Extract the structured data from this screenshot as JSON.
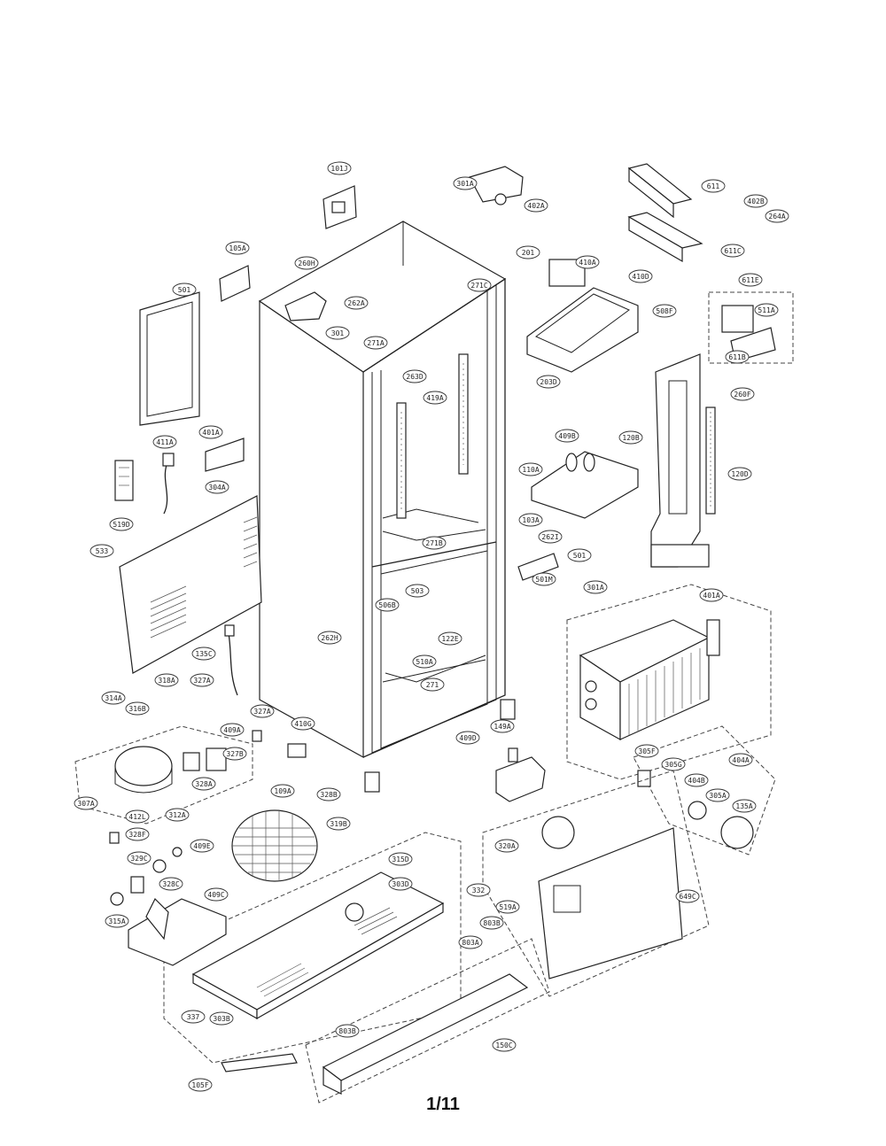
{
  "page": {
    "number": "1/11"
  },
  "callouts": [
    {
      "id": "c-101j",
      "label": "101J"
    },
    {
      "id": "c-301a",
      "label": "301A"
    },
    {
      "id": "c-402a",
      "label": "402A"
    },
    {
      "id": "c-611",
      "label": "611"
    },
    {
      "id": "c-402b",
      "label": "402B"
    },
    {
      "id": "c-264a",
      "label": "264A"
    },
    {
      "id": "c-611c",
      "label": "611C"
    },
    {
      "id": "c-105a",
      "label": "105A"
    },
    {
      "id": "c-260h",
      "label": "260H"
    },
    {
      "id": "c-201",
      "label": "201"
    },
    {
      "id": "c-410a",
      "label": "410A"
    },
    {
      "id": "c-410d",
      "label": "410D"
    },
    {
      "id": "c-501",
      "label": "501"
    },
    {
      "id": "c-262a",
      "label": "262A"
    },
    {
      "id": "c-271c",
      "label": "271C"
    },
    {
      "id": "c-508f",
      "label": "508F"
    },
    {
      "id": "c-611e",
      "label": "611E"
    },
    {
      "id": "c-511a",
      "label": "511A"
    },
    {
      "id": "c-611b",
      "label": "611B"
    },
    {
      "id": "c-301b",
      "label": "301"
    },
    {
      "id": "c-271a",
      "label": "271A"
    },
    {
      "id": "c-263d",
      "label": "263D"
    },
    {
      "id": "c-419a",
      "label": "419A"
    },
    {
      "id": "c-203d",
      "label": "203D"
    },
    {
      "id": "c-260f",
      "label": "260F"
    },
    {
      "id": "c-401a",
      "label": "401A"
    },
    {
      "id": "c-411a",
      "label": "411A"
    },
    {
      "id": "c-409b",
      "label": "409B"
    },
    {
      "id": "c-120b",
      "label": "120B"
    },
    {
      "id": "c-120d",
      "label": "120D"
    },
    {
      "id": "c-110a",
      "label": "110A"
    },
    {
      "id": "c-519d",
      "label": "519D"
    },
    {
      "id": "c-304a",
      "label": "304A"
    },
    {
      "id": "c-271b",
      "label": "271B"
    },
    {
      "id": "c-103a",
      "label": "103A"
    },
    {
      "id": "c-533",
      "label": "533"
    },
    {
      "id": "c-262i",
      "label": "262I"
    },
    {
      "id": "c-501b",
      "label": "501"
    },
    {
      "id": "c-501m",
      "label": "501M"
    },
    {
      "id": "c-301a2",
      "label": "301A"
    },
    {
      "id": "c-401a2",
      "label": "401A"
    },
    {
      "id": "c-503",
      "label": "503"
    },
    {
      "id": "c-506b",
      "label": "506B"
    },
    {
      "id": "c-122e",
      "label": "122E"
    },
    {
      "id": "c-262h",
      "label": "262H"
    },
    {
      "id": "c-510a",
      "label": "510A"
    },
    {
      "id": "c-135c",
      "label": "135C"
    },
    {
      "id": "c-271",
      "label": "271"
    },
    {
      "id": "c-318a",
      "label": "318A"
    },
    {
      "id": "c-327a",
      "label": "327A"
    },
    {
      "id": "c-314a",
      "label": "314A"
    },
    {
      "id": "c-316b",
      "label": "316B"
    },
    {
      "id": "c-327a2",
      "label": "327A"
    },
    {
      "id": "c-410g",
      "label": "410G"
    },
    {
      "id": "c-149a",
      "label": "149A"
    },
    {
      "id": "c-409d",
      "label": "409D"
    },
    {
      "id": "c-409a",
      "label": "409A"
    },
    {
      "id": "c-327b",
      "label": "327B"
    },
    {
      "id": "c-328a",
      "label": "328A"
    },
    {
      "id": "c-307a",
      "label": "307A"
    },
    {
      "id": "c-412l",
      "label": "412L"
    },
    {
      "id": "c-312a",
      "label": "312A"
    },
    {
      "id": "c-328f",
      "label": "328F"
    },
    {
      "id": "c-109a",
      "label": "109A"
    },
    {
      "id": "c-328b",
      "label": "328B"
    },
    {
      "id": "c-319b",
      "label": "319B"
    },
    {
      "id": "c-305f",
      "label": "305F"
    },
    {
      "id": "c-305g",
      "label": "305G"
    },
    {
      "id": "c-404a",
      "label": "404A"
    },
    {
      "id": "c-404b",
      "label": "404B"
    },
    {
      "id": "c-305a",
      "label": "305A"
    },
    {
      "id": "c-135a",
      "label": "135A"
    },
    {
      "id": "c-320a",
      "label": "320A"
    },
    {
      "id": "c-329c",
      "label": "329C"
    },
    {
      "id": "c-409e",
      "label": "409E"
    },
    {
      "id": "c-328c",
      "label": "328C"
    },
    {
      "id": "c-303d",
      "label": "303D"
    },
    {
      "id": "c-315d",
      "label": "315D"
    },
    {
      "id": "c-409c",
      "label": "409C"
    },
    {
      "id": "c-315a",
      "label": "315A"
    },
    {
      "id": "c-332",
      "label": "332"
    },
    {
      "id": "c-519a",
      "label": "519A"
    },
    {
      "id": "c-803b",
      "label": "803B"
    },
    {
      "id": "c-803a",
      "label": "803A"
    },
    {
      "id": "c-649c",
      "label": "649C"
    },
    {
      "id": "c-337",
      "label": "337"
    },
    {
      "id": "c-303b",
      "label": "303B"
    },
    {
      "id": "c-803b2",
      "label": "803B"
    },
    {
      "id": "c-150c",
      "label": "150C"
    },
    {
      "id": "c-105f",
      "label": "105F"
    }
  ]
}
